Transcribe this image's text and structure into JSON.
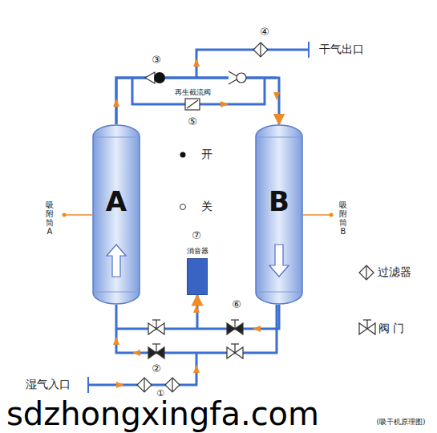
{
  "diagram": {
    "caption": "(吸干机原理图)",
    "nodes": [
      {
        "text": [
          "A"
        ]
      },
      {
        "text": [
          "B"
        ]
      },
      {
        "text": [
          "消音器"
        ]
      }
    ],
    "edges": [
      {
        "from": 0,
        "to": 1,
        "arrow": "to"
      },
      {
        "from": 1,
        "to": 2,
        "arrow": "to"
      }
    ],
    "labels": [
      "①",
      "②",
      "③",
      "④",
      "⑤",
      "⑥",
      "⑦",
      "干气出口",
      "再生截流阀",
      "开",
      "关",
      "吸附筒A",
      "吸附筒B",
      "湿气入口",
      "sdzhongxingfa.com"
    ],
    "legend": [
      {
        "text": "过滤器"
      },
      {
        "text": "阀 门"
      }
    ]
  }
}
